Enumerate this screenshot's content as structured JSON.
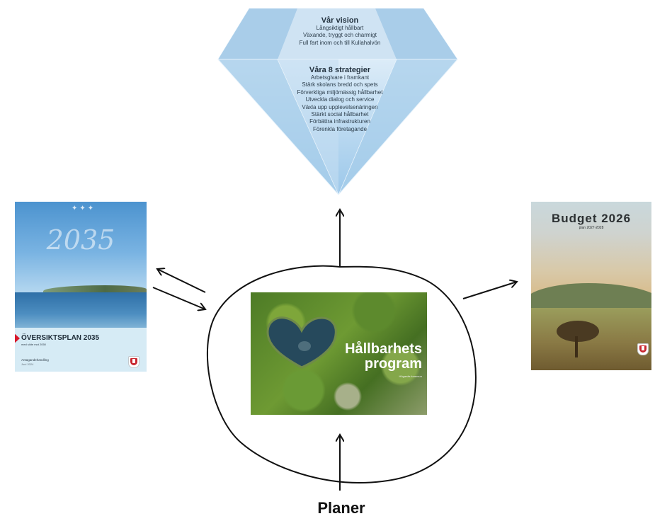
{
  "diamond": {
    "vision_heading": "Vår vision",
    "vision_lines": [
      "Långsiktigt hållbart",
      "Växande, tryggt och charmigt",
      "Full fart inom och till Kullahalvön"
    ],
    "strategies_heading": "Våra 8 strategier",
    "strategies": [
      "Arbetsgivare i framkant",
      "Stärk skolans bredd och spets",
      "Förverkliga miljömässig hållbarhet",
      "Utveckla dialog och service",
      "Växla upp upplevelsenäringen",
      "Stärkt social hållbarhet",
      "Förbättra infrastrukturen",
      "Förenkla företagande"
    ]
  },
  "left_document": {
    "year": "2035",
    "title": "ÖVERSIKTSPLAN 2035",
    "subtitle": "med sikte mot 2050",
    "line1": "Antagandehandling",
    "line2": "Juni 2024"
  },
  "right_document": {
    "title": "Budget 2026",
    "subtitle": "plan 2027-2028"
  },
  "center_document": {
    "title_line1": "Hållbarhets",
    "title_line2": "program",
    "subtitle": "Höganäs kommun"
  },
  "bottom_label": "Planer"
}
